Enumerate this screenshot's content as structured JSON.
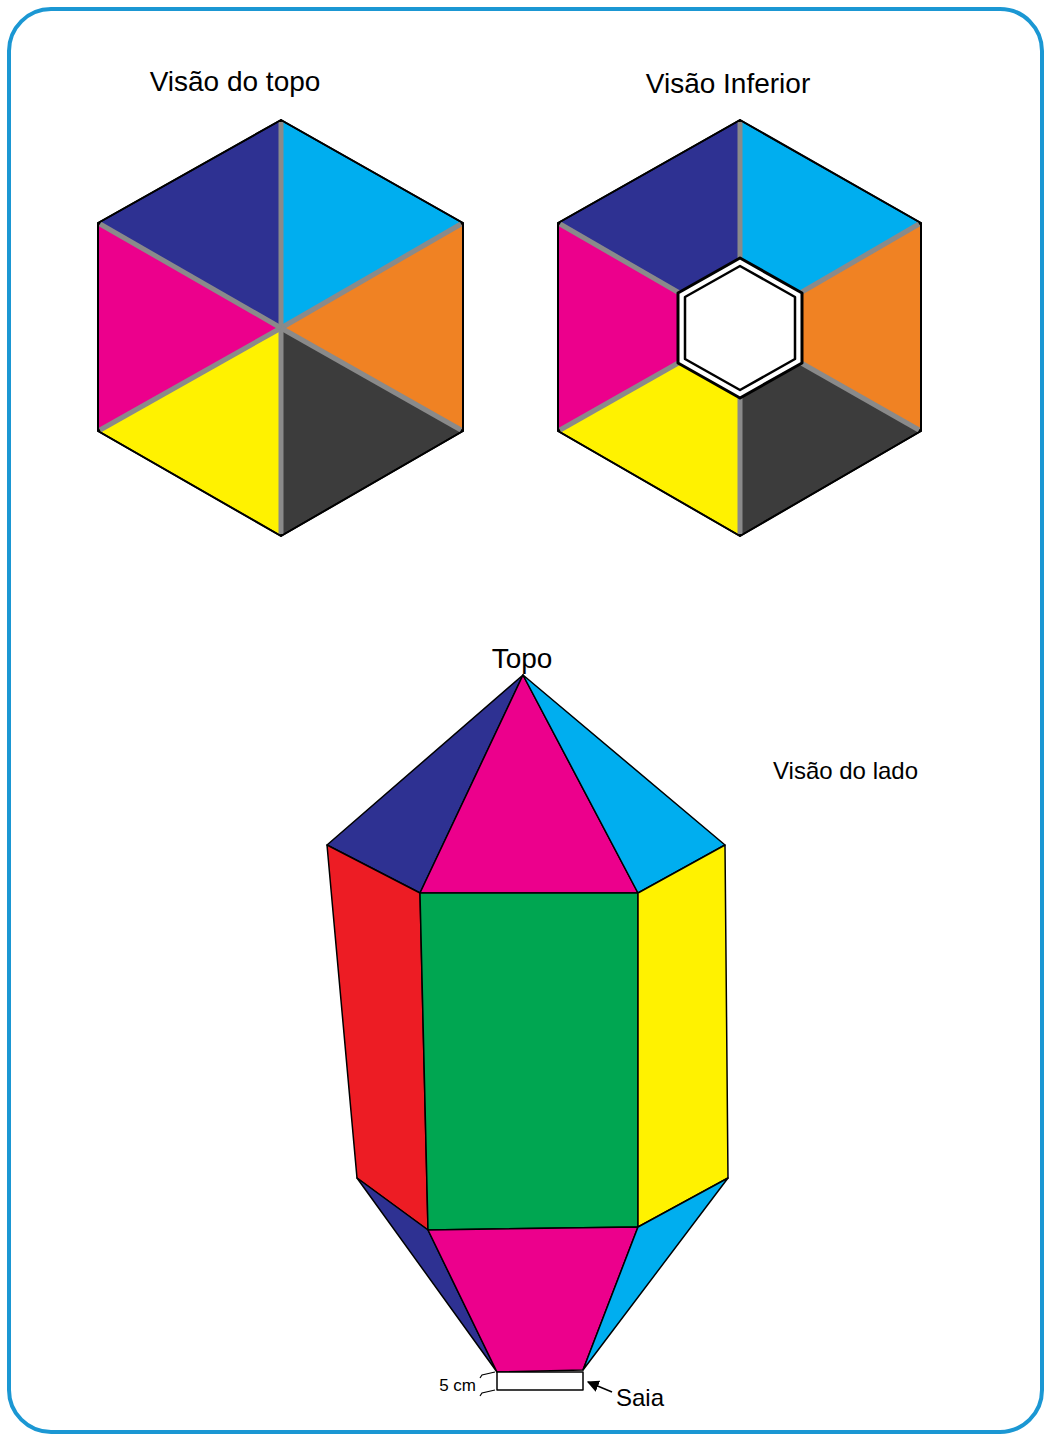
{
  "diagram": {
    "labels": [
      "Visão do topo",
      "Visão Inferior",
      "Topo",
      "Visão do lado",
      "5 cm",
      "Saia"
    ]
  }
}
